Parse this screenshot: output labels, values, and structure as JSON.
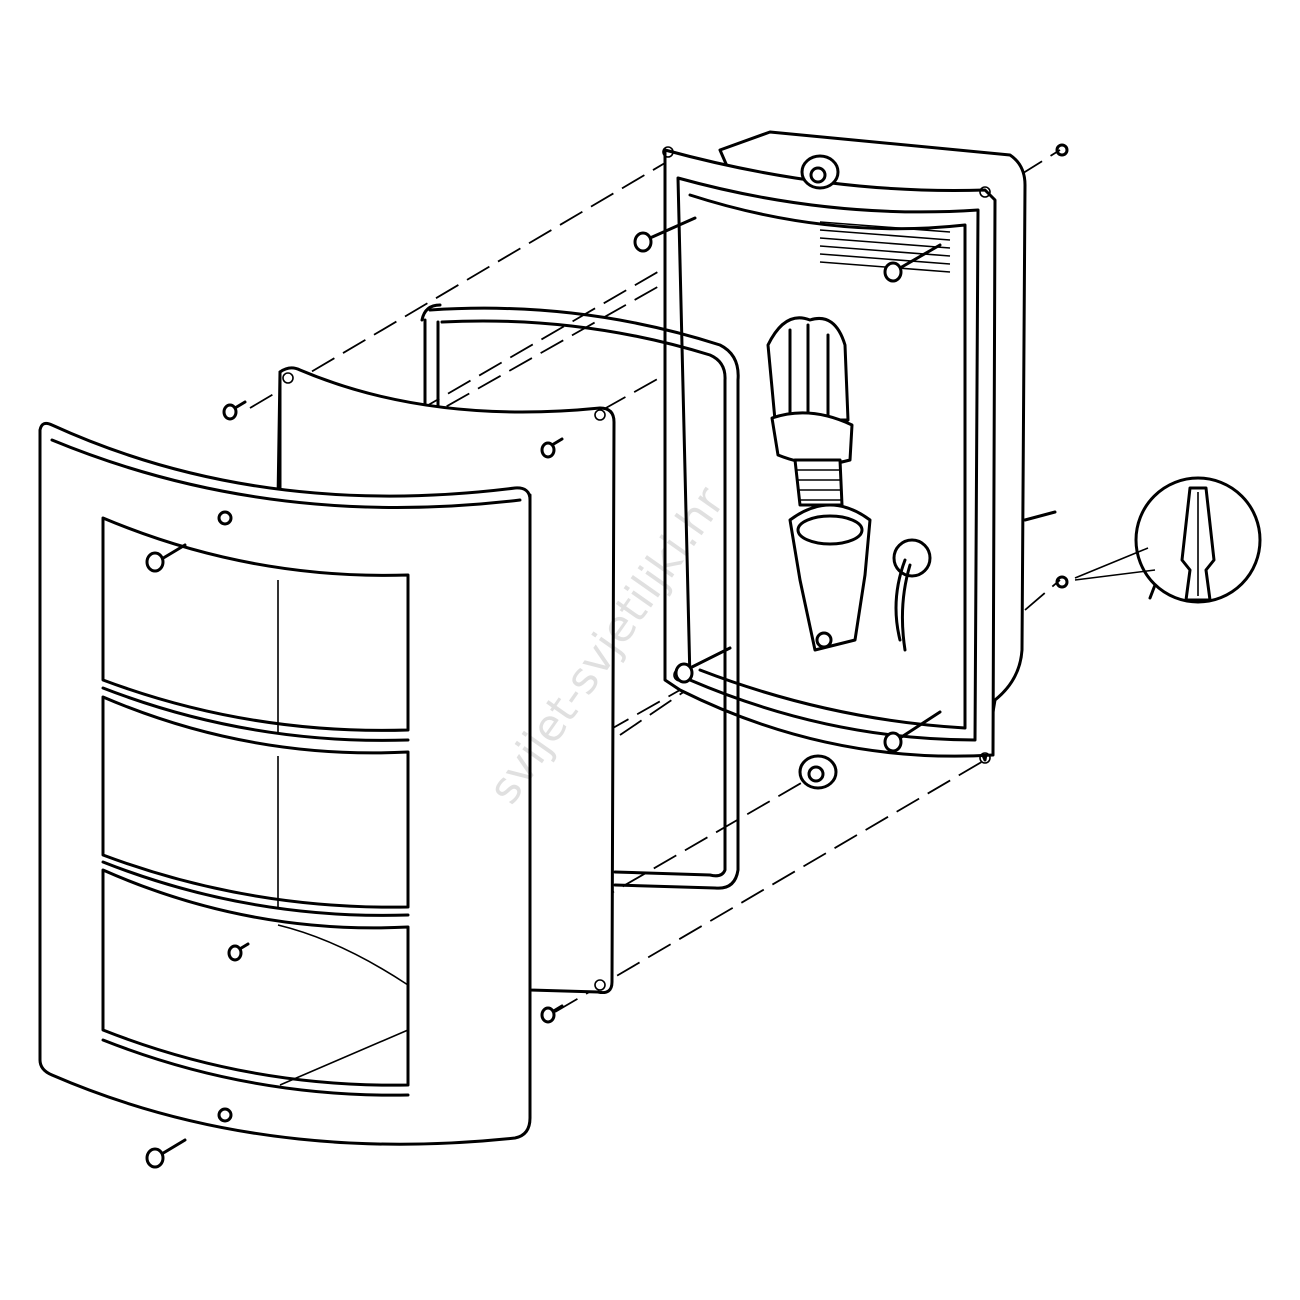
{
  "diagram": {
    "title": "Exploded assembly view of wall light",
    "watermark": "svijet-svjetiljki.hr",
    "parts": [
      "front-cover-frame",
      "glass-panel",
      "gasket",
      "housing-base",
      "cfl-bulb",
      "lamp-holder",
      "screws",
      "wall-plugs"
    ]
  }
}
